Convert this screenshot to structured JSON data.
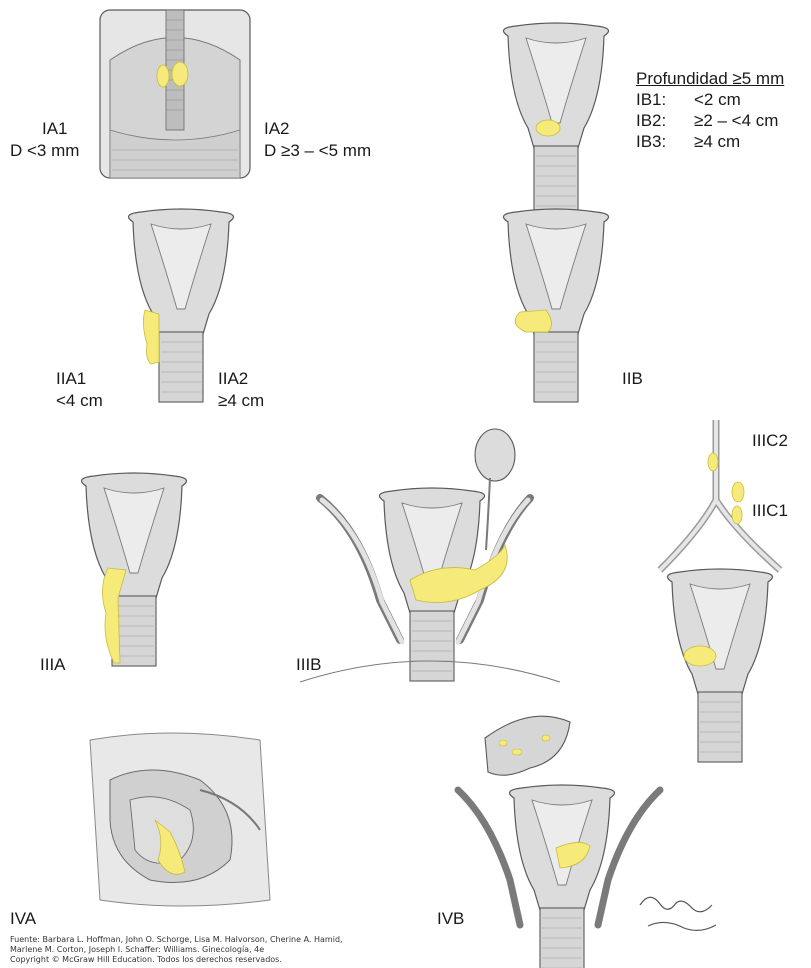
{
  "labels": {
    "ia1": "IA1",
    "ia1_dim": "D <3 mm",
    "ia2": "IA2",
    "ia2_dim": "D ≥3 – <5 mm",
    "ib_header": "Profundidad ≥5 mm",
    "ib_rows": [
      {
        "code": "IB1:",
        "range": "<2 cm"
      },
      {
        "code": "IB2:",
        "range": "≥2 – <4 cm"
      },
      {
        "code": "IB3:",
        "range": "≥4 cm"
      }
    ],
    "iia1": "IIA1",
    "iia1_dim": "<4 cm",
    "iia2": "IIA2",
    "iia2_dim": "≥4 cm",
    "iib": "IIB",
    "iiic2": "IIIC2",
    "iiic1": "IIIC1",
    "iiia": "IIIA",
    "iiib": "IIIB",
    "iva": "IVA",
    "ivb": "IVB"
  },
  "source": {
    "line1": "Fuente: Barbara L. Hoffman, John O. Schorge, Lisa M. Halvorson, Cherine A. Hamid,",
    "line2": "Marlene M. Corton, Joseph I. Schaffer: Williams. Ginecología, 4e",
    "line3": "Copyright © McGraw Hill Education. Todos los derechos reservados."
  },
  "colors": {
    "organ": "#dcdcdc",
    "outline": "#5a5a5a",
    "tumor": "#f5ea7a"
  }
}
